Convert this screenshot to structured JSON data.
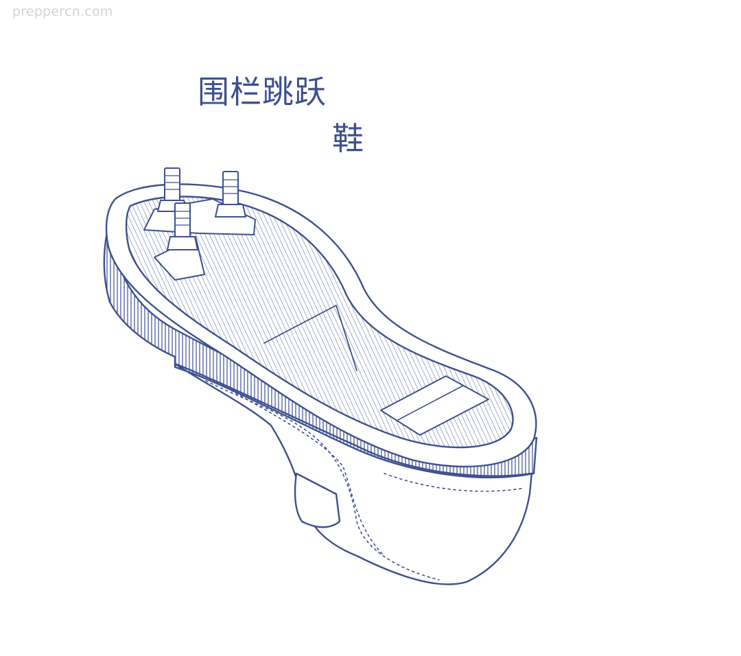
{
  "watermark": {
    "text": "prepperсn.com"
  },
  "title": {
    "line1": "围栏跳跃",
    "line2": "鞋"
  },
  "colors": {
    "ink": "#3d4f8e",
    "watermark": "#d4d4d4",
    "background": "#ffffff"
  },
  "illustration": {
    "subject": "shoe-sole-with-bolts-icon",
    "bolt_count": 3
  }
}
